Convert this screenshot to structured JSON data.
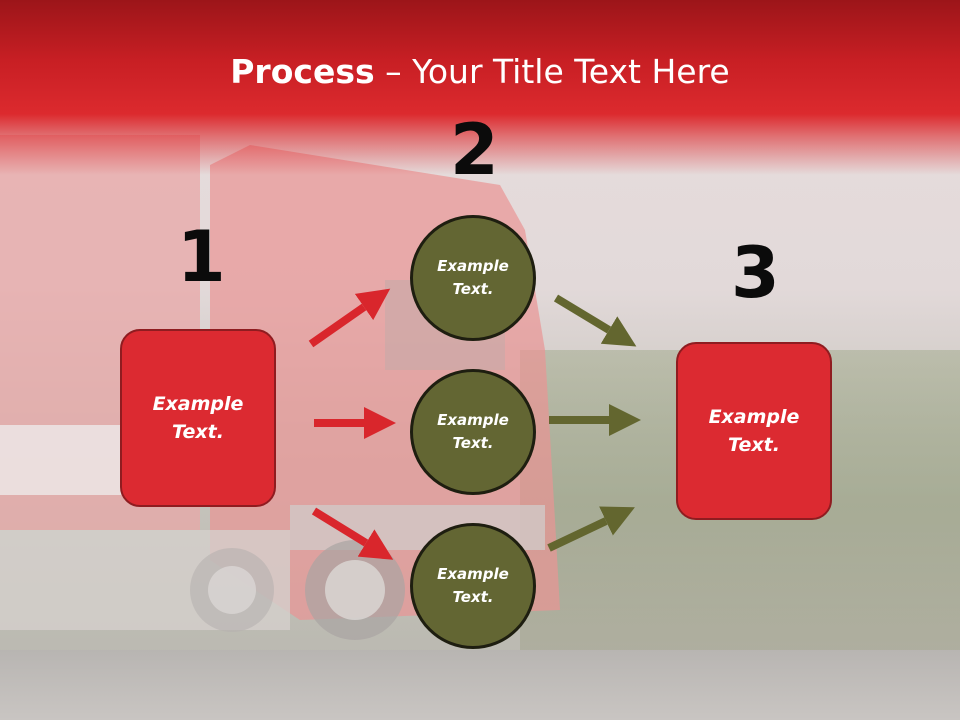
{
  "slide": {
    "title_bold": "Process",
    "title_rest": " – Your Title Text Here"
  },
  "steps": {
    "num1": "1",
    "num2": "2",
    "num3": "3"
  },
  "nodes": {
    "left_box": "Example Text.",
    "circle_top": "Example Text.",
    "circle_middle": "Example Text.",
    "circle_bottom": "Example Text.",
    "right_box": "Example Text."
  },
  "colors": {
    "header_red": "#c81f24",
    "box_red": "#dc2a31",
    "circle_olive": "#636633",
    "arrow_red": "#d9262c",
    "arrow_olive": "#63662f"
  }
}
